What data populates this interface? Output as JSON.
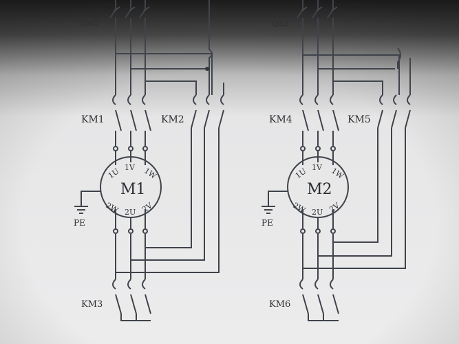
{
  "circuit_left": {
    "top_label": "QM1",
    "contactor_a": "KM1",
    "contactor_b": "KM2",
    "contactor_c": "KM3",
    "motor": {
      "name": "M1",
      "terminals_top": [
        "1U",
        "1V",
        "1W"
      ],
      "terminals_bottom": [
        "2W",
        "2U",
        "2V"
      ]
    },
    "ground": "PE"
  },
  "circuit_right": {
    "top_label": "QS2",
    "contactor_a": "KM4",
    "contactor_b": "KM5",
    "contactor_c": "KM6",
    "motor": {
      "name": "M2",
      "terminals_top": [
        "1U",
        "1V",
        "1W"
      ],
      "terminals_bottom": [
        "2W",
        "2U",
        "2V"
      ]
    },
    "ground": "PE"
  },
  "colors": {
    "background_top": "#2a2a2a",
    "paper": "#e9e9ea",
    "line": "#3f434a",
    "text": "#2b2d31"
  }
}
